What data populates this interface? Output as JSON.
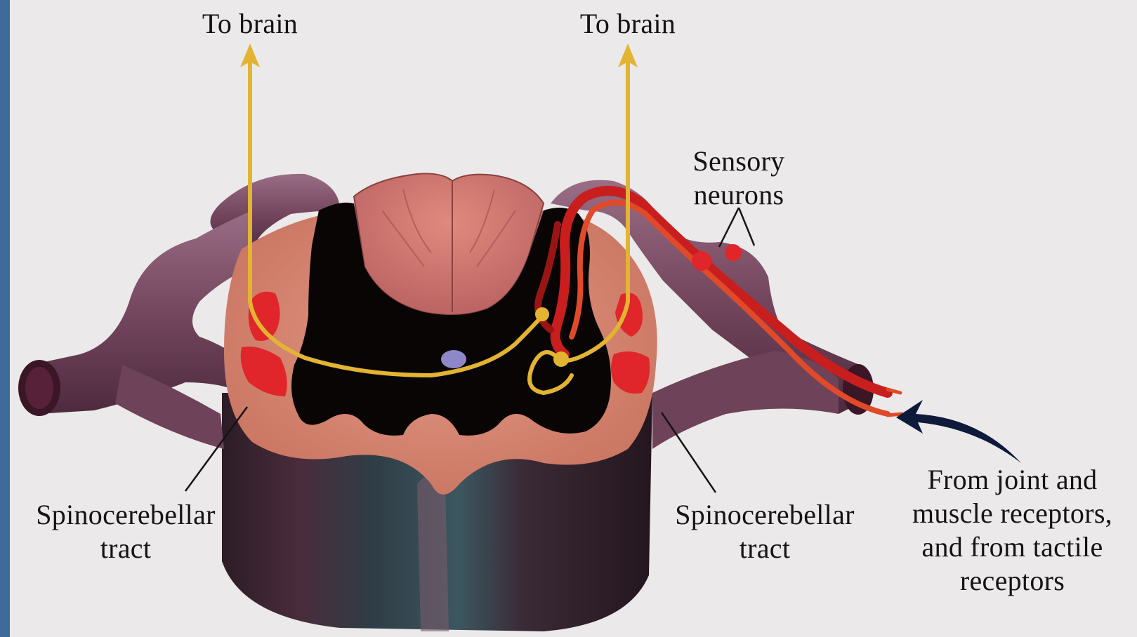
{
  "labels": {
    "to_brain_left": "To brain",
    "to_brain_right": "To brain",
    "sensory_neurons": "Sensory\nneurons",
    "spinocerebellar_left": "Spinocerebellar\ntract",
    "spinocerebellar_right": "Spinocerebellar\ntract",
    "receptors": "From joint and\nmuscle receptors,\nand from tactile\nreceptors"
  },
  "colors": {
    "background": "#ebe9ea",
    "frame": "#3f6a9c",
    "white_matter": "#d98a78",
    "gray_matter": "#0a0505",
    "nerve_root": "#7a4a62",
    "tract": "#e0262a",
    "pathway": "#e3b432",
    "sensory_neuron": "#c81e1e"
  }
}
